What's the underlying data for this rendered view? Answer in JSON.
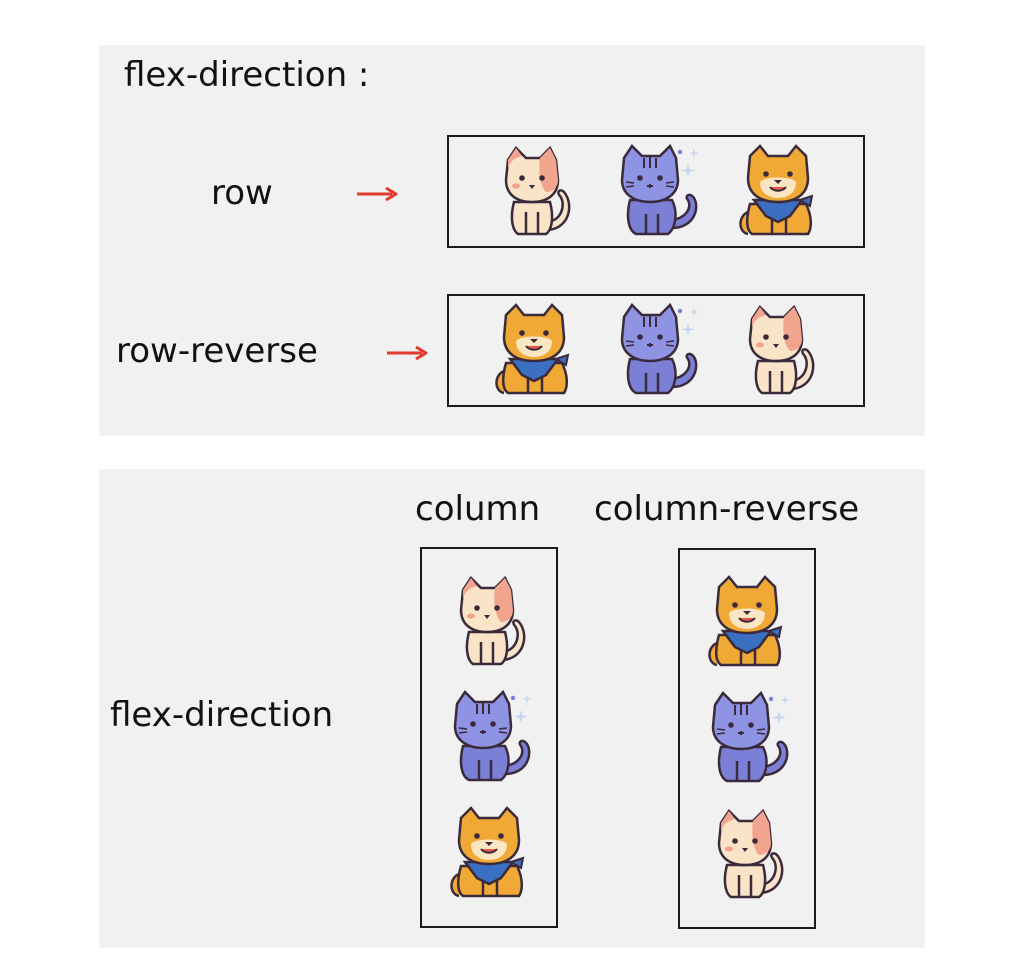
{
  "top": {
    "title": "flex-direction :",
    "row_label": "row",
    "row_reverse_label": "row-reverse",
    "row_items": [
      "cat-icon",
      "blue-cat-icon",
      "dog-icon"
    ],
    "row_reverse_items": [
      "dog-icon",
      "blue-cat-icon",
      "cat-icon"
    ]
  },
  "bottom": {
    "side_label": "flex-direction",
    "column_label": "column",
    "column_reverse_label": "column-reverse",
    "column_items": [
      "cat-icon",
      "blue-cat-icon",
      "dog-icon"
    ],
    "column_reverse_items": [
      "dog-icon",
      "blue-cat-icon",
      "cat-icon"
    ]
  },
  "colors": {
    "panel_bg": "#f1f1f1",
    "arrow": "#e23b2e",
    "border": "#1a1a1a",
    "cat_fur": "#f9e4c8",
    "cat_ear": "#f2a58e",
    "blue_cat": "#7b80d6",
    "dog_fur": "#f0a935",
    "bandana": "#3a6fc1"
  }
}
